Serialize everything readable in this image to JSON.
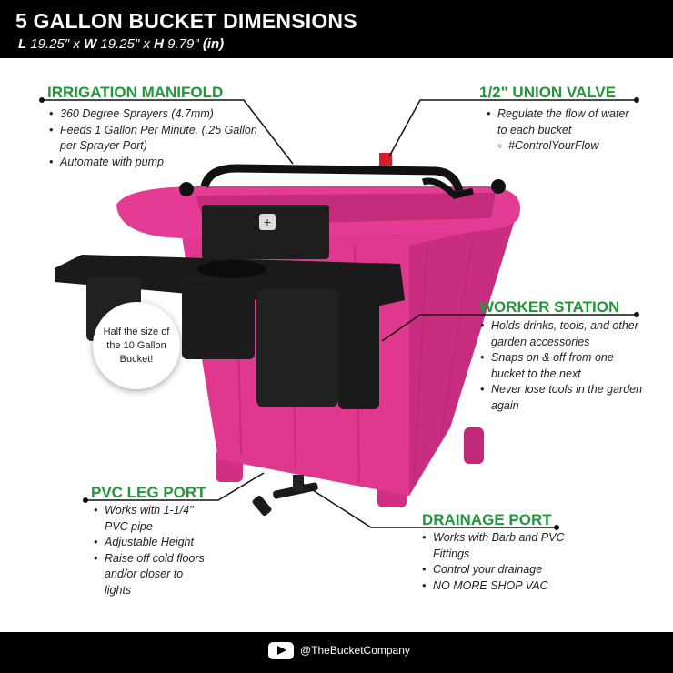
{
  "header": {
    "title": "5 GALLON BUCKET DIMENSIONS",
    "dims": {
      "l_label": "L",
      "l": "19.25\"",
      "x1": "x",
      "w_label": "W",
      "w": "19.25\"",
      "x2": "x",
      "h_label": "H",
      "h": "9.79\"",
      "unit": "(in)"
    }
  },
  "callouts": {
    "irrigation": {
      "title": "IRRIGATION MANIFOLD",
      "items": [
        "360 Degree Sprayers (4.7mm)",
        "Feeds 1 Gallon Per Minute. (.25 Gallon per Sprayer Port)",
        "Automate with pump"
      ]
    },
    "valve": {
      "title": "1/2\" UNION VALVE",
      "items": [
        "Regulate the flow of water to each bucket"
      ],
      "sub": "#ControlYourFlow"
    },
    "worker": {
      "title": "WORKER STATION",
      "items": [
        "Holds drinks, tools, and other garden accessories",
        "Snaps on & off from one bucket to the next",
        "Never lose tools in the garden again"
      ]
    },
    "pvc": {
      "title": "PVC LEG PORT",
      "items": [
        "Works with 1-1/4\" PVC pipe",
        "Adjustable Height",
        "Raise off cold floors and/or closer to lights"
      ]
    },
    "drain": {
      "title": "DRAINAGE PORT",
      "items": [
        "Works with Barb and PVC Fittings",
        "Control your drainage",
        "NO MORE SHOP VAC"
      ]
    }
  },
  "badge": "Half the size of the 10 Gallon Bucket!",
  "footer": {
    "icon": "youtube-icon",
    "handle": "@TheBucketCompany"
  },
  "colors": {
    "accent": "#22963a",
    "bucket": "#e0388f"
  }
}
